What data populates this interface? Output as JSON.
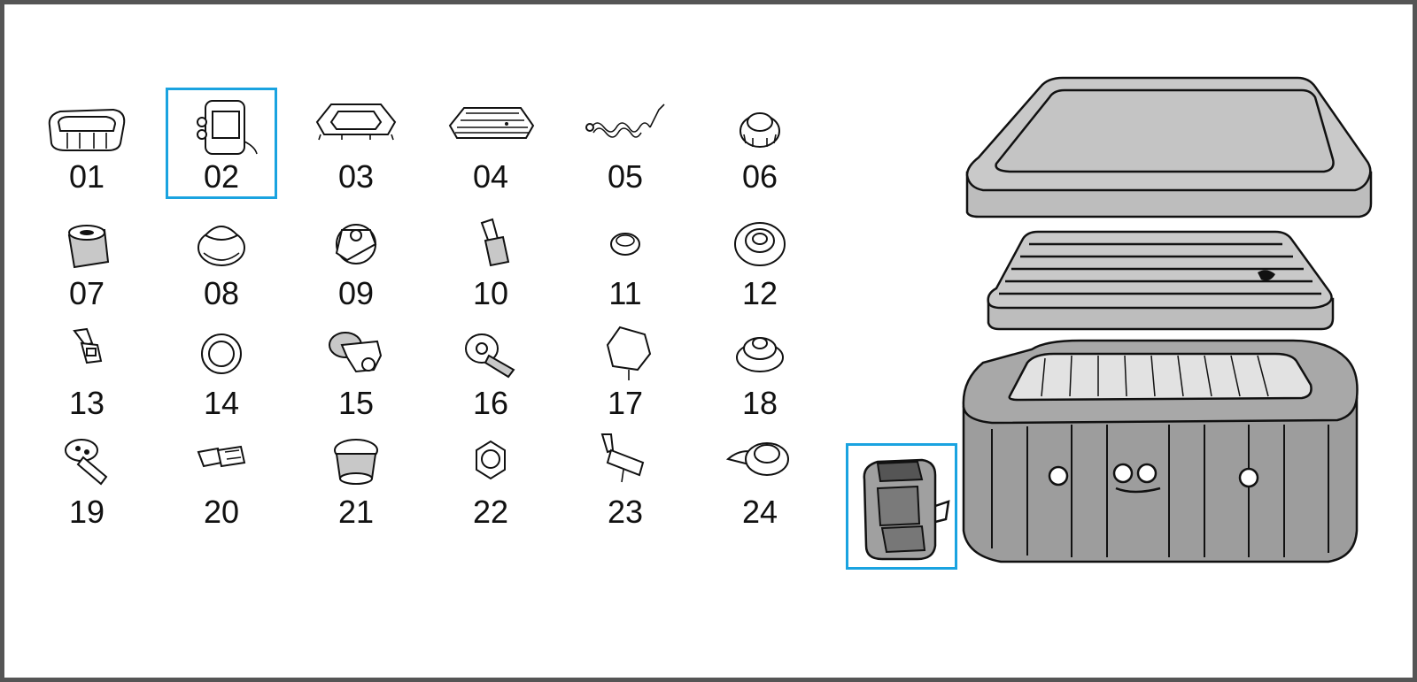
{
  "parts": [
    {
      "num": "01",
      "icon": "spa-tub-icon"
    },
    {
      "num": "02",
      "icon": "pump-icon",
      "highlighted": true
    },
    {
      "num": "03",
      "icon": "tub-cover-icon"
    },
    {
      "num": "04",
      "icon": "inflatable-lid-icon"
    },
    {
      "num": "05",
      "icon": "inflation-hose-icon"
    },
    {
      "num": "06",
      "icon": "filter-cap-icon"
    },
    {
      "num": "07",
      "icon": "filter-cartridge-icon"
    },
    {
      "num": "08",
      "icon": "connector-icon"
    },
    {
      "num": "09",
      "icon": "valve-icon"
    },
    {
      "num": "10",
      "icon": "hose-adapter-icon"
    },
    {
      "num": "11",
      "icon": "small-cap-icon"
    },
    {
      "num": "12",
      "icon": "plug-icon"
    },
    {
      "num": "13",
      "icon": "buckle-icon"
    },
    {
      "num": "14",
      "icon": "ring-icon"
    },
    {
      "num": "15",
      "icon": "drain-fitting-icon"
    },
    {
      "num": "16",
      "icon": "jet-fitting-icon"
    },
    {
      "num": "17",
      "icon": "chemical-floater-icon"
    },
    {
      "num": "18",
      "icon": "air-valve-icon"
    },
    {
      "num": "19",
      "icon": "jet-nozzle-icon"
    },
    {
      "num": "20",
      "icon": "clip-buckle-icon"
    },
    {
      "num": "21",
      "icon": "threaded-valve-icon"
    },
    {
      "num": "22",
      "icon": "nut-icon"
    },
    {
      "num": "23",
      "icon": "test-tool-icon"
    },
    {
      "num": "24",
      "icon": "inflation-valve-icon"
    }
  ],
  "colors": {
    "frame": "#555555",
    "highlight": "#1aa3e0",
    "part_fill": "#c8c8c8"
  },
  "assembly": {
    "components": [
      "tub-cover-icon",
      "inflatable-lid-icon",
      "spa-tub-icon",
      "pump-icon"
    ]
  }
}
